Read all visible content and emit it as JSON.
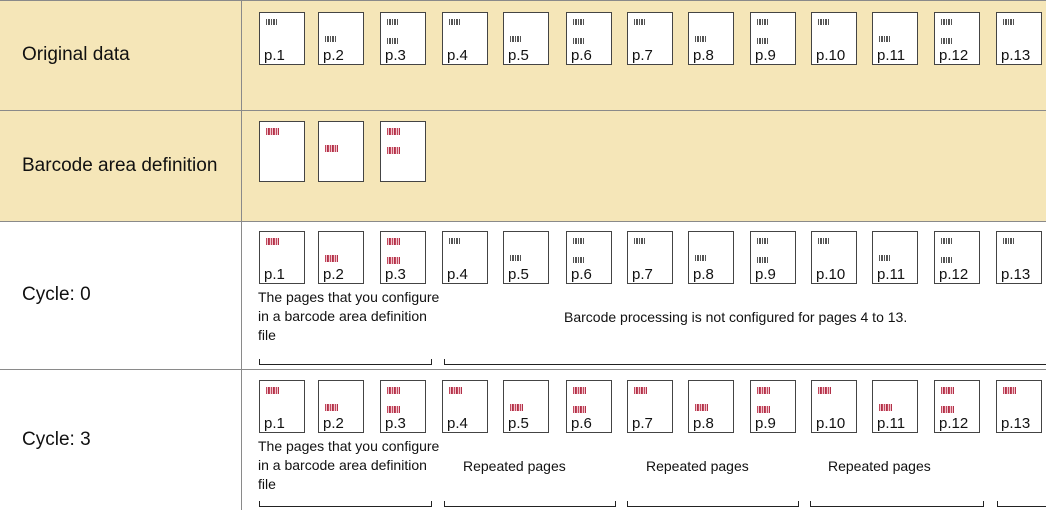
{
  "rows": [
    {
      "label": "Original data"
    },
    {
      "label": "Barcode area definition"
    },
    {
      "label": "Cycle: 0"
    },
    {
      "label": "Cycle: 3"
    }
  ],
  "pages": [
    "p.1",
    "p.2",
    "p.3",
    "p.4",
    "p.5",
    "p.6",
    "p.7",
    "p.8",
    "p.9",
    "p.10",
    "p.11",
    "p.12",
    "p.13"
  ],
  "cycle0": {
    "note_configured": "The pages that you configure in a barcode area definition file",
    "note_not_configured": "Barcode processing is not configured for pages 4 to 13."
  },
  "cycle3": {
    "note_configured": "The pages that you configure in a barcode area definition file",
    "repeated_label": "Repeated pages"
  },
  "colors": {
    "row_fill": "#f5e6b8",
    "barcode_gray": "#555555",
    "barcode_red": "#c0485c"
  },
  "icons": {
    "barcode": "barcode-icon",
    "page": "page-icon"
  }
}
